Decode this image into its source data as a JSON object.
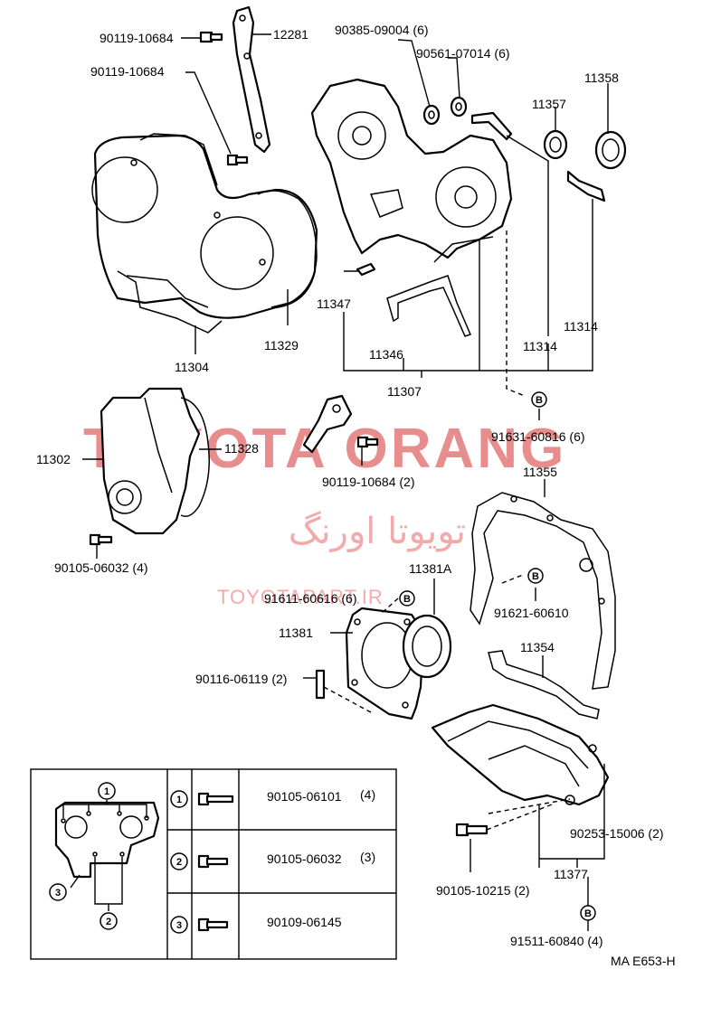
{
  "watermark": {
    "brand": "TOYOTA ORANG",
    "persian": "تویوتا اورنگ",
    "site": "TOYOTAPART.IR"
  },
  "labels": {
    "p90119_10684_a": "90119-10684",
    "p90119_10684_b": "90119-10684",
    "p12281": "12281",
    "p90385_09004": "90385-09004 (6)",
    "p90561_07014": "90561-07014 (6)",
    "p11357": "11357",
    "p11358": "11358",
    "p11347": "11347",
    "p11314_a": "11314",
    "p11314_b": "11314",
    "p11329": "11329",
    "p11304": "11304",
    "p11346": "11346",
    "p11307": "11307",
    "p91631_60816": "91631-60816 (6)",
    "p11302": "11302",
    "p11328": "11328",
    "p90119_10684_c": "90119-10684 (2)",
    "p11355": "11355",
    "p90105_06032": "90105-06032 (4)",
    "p11381A": "11381A",
    "p91611_60616": "91611-60616 (6)",
    "p91621_60610": "91621-60610",
    "p11381": "11381",
    "p11354": "11354",
    "p90116_06119": "90116-06119 (2)",
    "p90253_15006": "90253-15006 (2)",
    "p11377": "11377",
    "p90105_10215": "90105-10215 (2)",
    "p91511_60840": "91511-60840 (4)",
    "figure_code": "MA E653-H"
  },
  "markers": {
    "b": "B",
    "c1": "1",
    "c2": "2",
    "c3": "3"
  },
  "legend": {
    "rows": [
      {
        "marker": "1",
        "part": "90105-06101",
        "qty": "(4)"
      },
      {
        "marker": "2",
        "part": "90105-06032",
        "qty": "(3)"
      },
      {
        "marker": "3",
        "part": "90109-06145",
        "qty": ""
      }
    ]
  }
}
